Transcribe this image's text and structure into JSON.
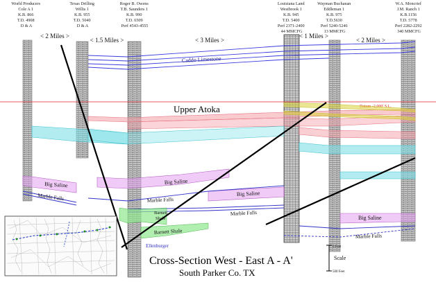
{
  "title": "Cross-Section West - East A - A'",
  "subtitle": "South Parker Co. TX",
  "wells": [
    {
      "lines": [
        "World Producers",
        "Cole A 1",
        "K.B. 866",
        "T.D. 4908",
        "D & A"
      ]
    },
    {
      "lines": [
        "Texas Drilling",
        "Willis 1",
        "K.B. 955",
        "T.D. 5040",
        "D & A"
      ]
    },
    {
      "lines": [
        "Roger B. Owens",
        "T.B. Saunders 1",
        "K.B. 990",
        "T.D. 6509",
        "Perf 4543-4555"
      ]
    },
    {
      "lines": [
        "Louisiana Land",
        "Westbrook 1",
        "K.B. 945",
        "T.D. 5400",
        "Perf 2371-2400",
        "44 MMCFG"
      ]
    },
    {
      "lines": [
        "Wayman Buchanan",
        "Eddleman 1",
        "K.B. 975",
        "T.D.5630",
        "Perf 5240-5246",
        "13 MMCFG"
      ]
    },
    {
      "lines": [
        "W.A. Moncrief",
        "J.M. Ranch 1",
        "K.B.1156",
        "T.D. 5778",
        "Perf 2282-2292",
        "340 MMCFG"
      ]
    }
  ],
  "distances": [
    "< 2 Miles >",
    "< 1.5 Miles >",
    "< 3 Miles >",
    "< 1 Miles >",
    "< 2 Miles >"
  ],
  "formations": {
    "caddo": "Caddo Limestone",
    "upper_atoka": "Upper Atoka",
    "big_saline": "Big Saline",
    "marble_falls": "Marble Falls",
    "barnett_shale": "Barnett Shale",
    "barnett_shale_split": [
      "Barnett",
      "Shale"
    ],
    "ellenburger": "Ellenburger"
  },
  "datum": "Datum -2,000' S.L.",
  "scale": {
    "top": "0 Feet",
    "label": "Scale",
    "bottom": "500 Feet"
  },
  "colors": {
    "caddo": "#3a3ae0",
    "datum": "#e02020",
    "atoka_pink": "#f4a0a8",
    "atoka_yellow": "#d8d23a",
    "cyan": "#7fe0e8",
    "big_saline": "#e6a0f0",
    "marble_falls": "#3030c8",
    "barnett": "#90e890",
    "fault": "#000000"
  }
}
